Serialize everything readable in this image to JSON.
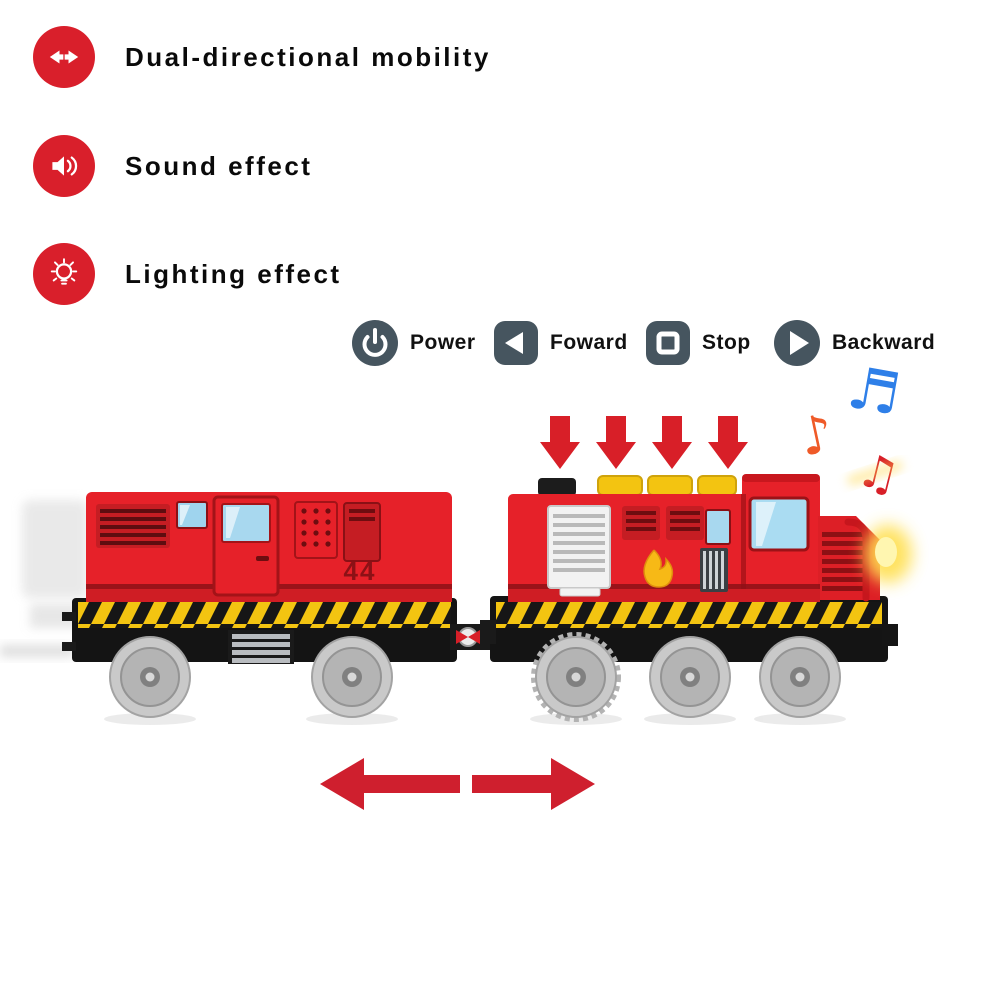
{
  "features": [
    {
      "icon": "dual-direction-icon",
      "label": "Dual-directional mobility"
    },
    {
      "icon": "speaker-icon",
      "label": "Sound effect"
    },
    {
      "icon": "bulb-icon",
      "label": "Lighting effect"
    }
  ],
  "controls": [
    {
      "icon": "power-icon",
      "label": "Power"
    },
    {
      "icon": "forward-icon",
      "label": "Foward"
    },
    {
      "icon": "stop-icon",
      "label": "Stop"
    },
    {
      "icon": "backward-icon",
      "label": "Backward"
    }
  ],
  "train": {
    "wagon_number": "44"
  },
  "notes": {
    "orange": "♪",
    "blue": "♬",
    "red": "♫"
  },
  "colors": {
    "badge_red": "#d91f2b",
    "control_gray": "#46555f",
    "train_red": "#e62129",
    "hazard_yellow": "#f3c411",
    "arrow_red": "#d81f28",
    "wheel_gray": "#c9c9c9",
    "glow_yellow": "#ffdf4f"
  }
}
